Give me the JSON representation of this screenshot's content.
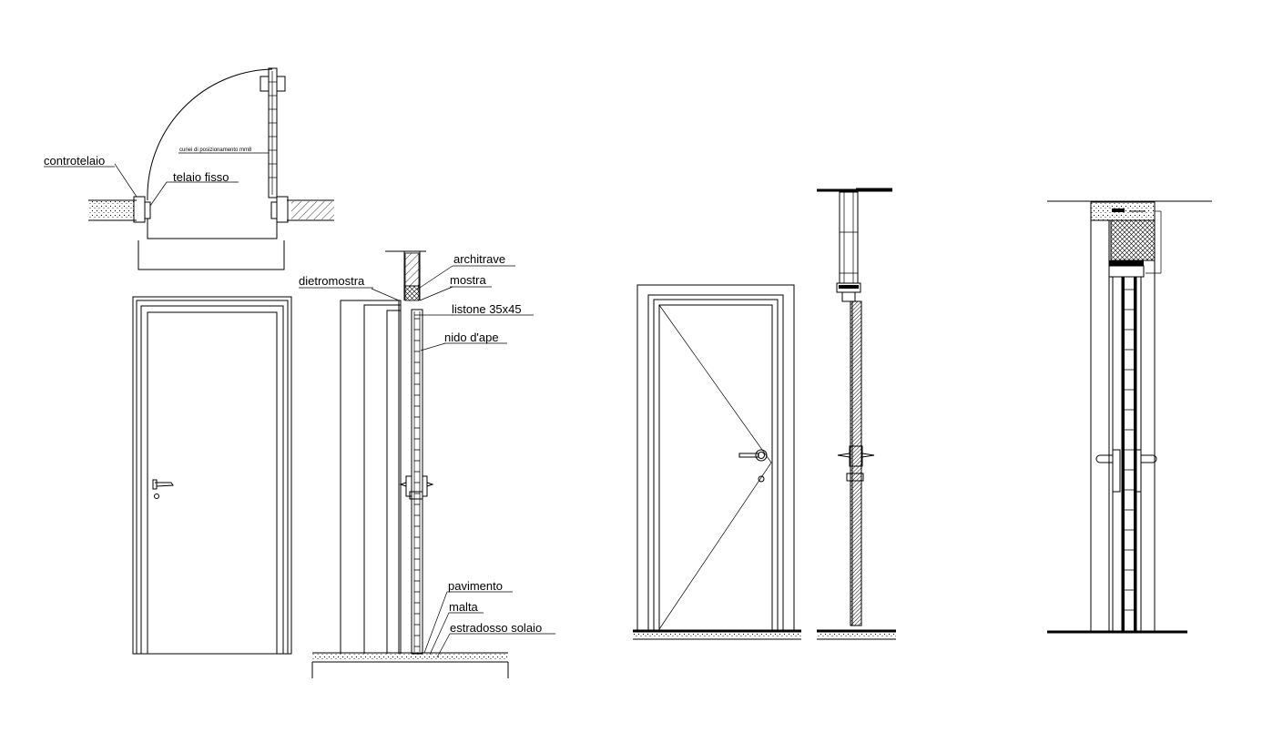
{
  "labels": {
    "controtelaio": "controtelaio",
    "telaio_fisso": "telaio fisso",
    "cunei": "cunei di posizionamento mm8",
    "architrave": "architrave",
    "mostra": "mostra",
    "dietromostra": "dietromostra",
    "listone": "listone 35x45",
    "nido_dape": "nido d'ape",
    "pavimento": "pavimento",
    "malta": "malta",
    "estradosso_solaio": "estradosso solaio"
  },
  "colors": {
    "line": "#000000",
    "background": "#ffffff"
  }
}
